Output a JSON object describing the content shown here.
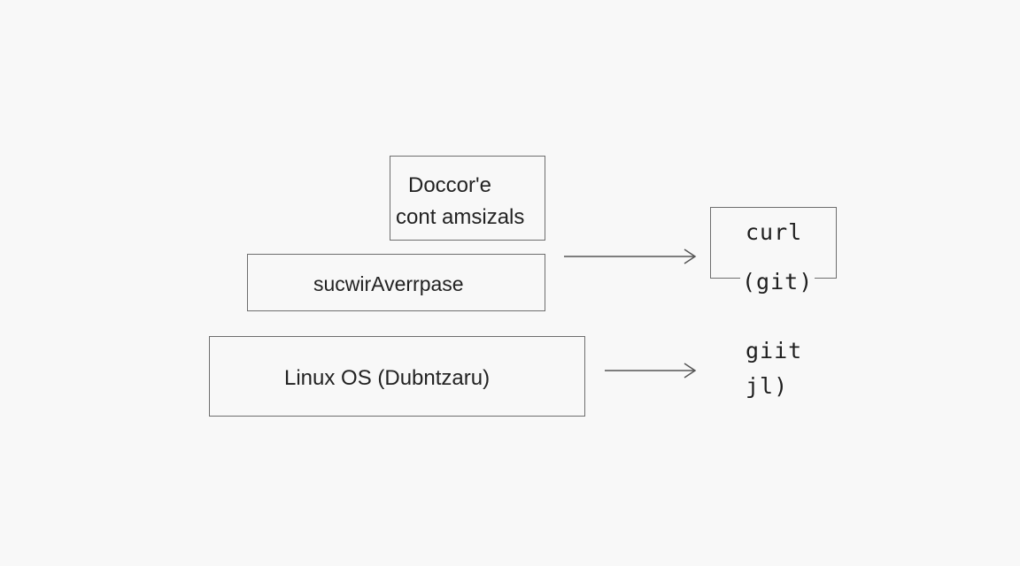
{
  "diagram": {
    "layers": [
      {
        "lines": [
          "Doccor'e",
          "cont amsizals"
        ]
      },
      {
        "lines": [
          "sucwirAverrpase"
        ]
      },
      {
        "lines": [
          "Linux OS (Dubntzaru)"
        ]
      }
    ],
    "tools_box": {
      "lines": [
        "curl",
        "(git)"
      ]
    },
    "tools_free": {
      "lines": [
        "giit",
        "jl)"
      ]
    }
  },
  "colors": {
    "background": "#f8f8f8",
    "stroke": "#6e6e6e",
    "text": "#222222"
  }
}
